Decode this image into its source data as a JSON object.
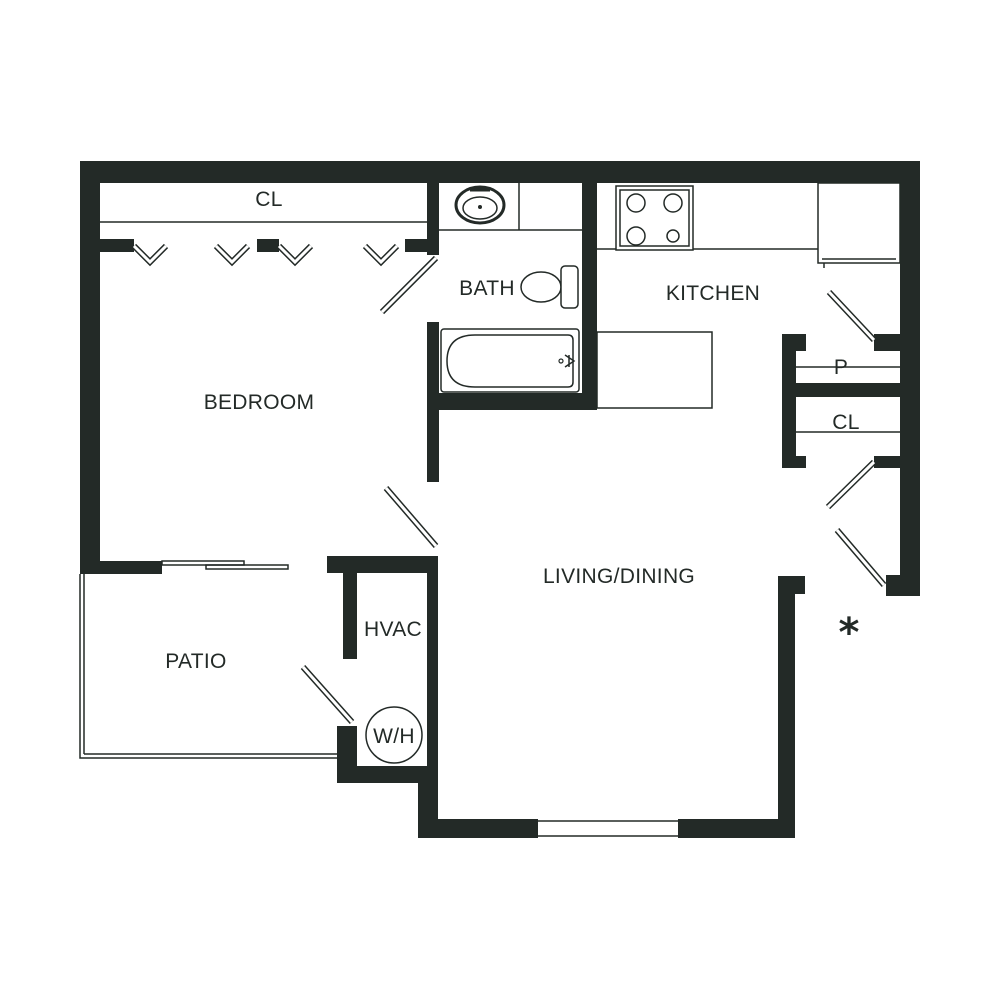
{
  "rooms": {
    "bedroom_closet": "CL",
    "bath": "BATH",
    "kitchen": "KITCHEN",
    "pantry": "P",
    "hall_closet": "CL",
    "bedroom": "BEDROOM",
    "living_dining": "LIVING/DINING",
    "hvac": "HVAC",
    "patio": "PATIO",
    "water_heater": "W/H"
  },
  "marker": "*",
  "icons": [
    "sink-icon",
    "toilet-icon",
    "bathtub-icon",
    "stove-icon",
    "refrigerator-icon",
    "water-heater-icon"
  ]
}
